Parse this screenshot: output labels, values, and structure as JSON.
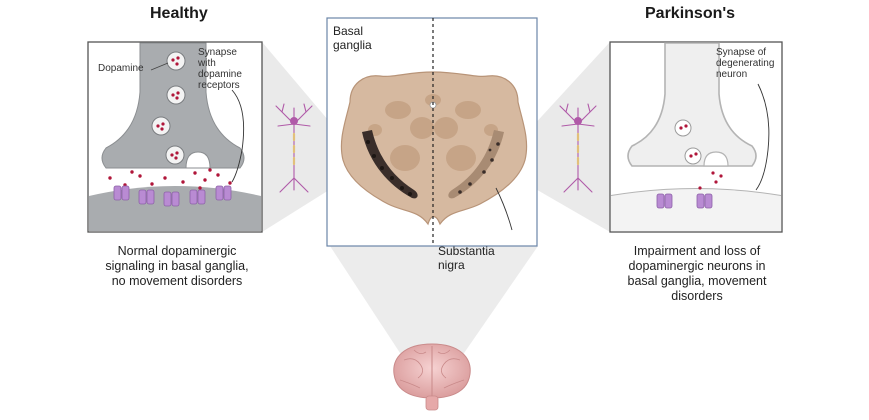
{
  "healthy": {
    "title": "Healthy",
    "dopamine_label": "Dopamine",
    "synapse_label": "Synapse with dopamine receptors",
    "synapse_lines": [
      "Synapse",
      "with",
      "dopamine",
      "receptors"
    ],
    "caption_lines": [
      "Normal dopaminergic",
      "signaling in basal ganglia,",
      "no movement disorders"
    ]
  },
  "parkinsons": {
    "title": "Parkinson's",
    "synapse_lines": [
      "Synapse of",
      "degenerating",
      "neuron"
    ],
    "caption_lines": [
      "Impairment and loss  of",
      "dopaminergic neurons in",
      "basal ganglia, movement",
      "disorders"
    ]
  },
  "center": {
    "basal_ganglia_lines": [
      "Basal",
      "ganglia"
    ],
    "substantia_nigra_lines": [
      "Substantia",
      "nigra"
    ]
  },
  "colors": {
    "healthy_neuron": "#a9acaf",
    "degenerating_neuron": "#ececec",
    "dopamine": "#b0163a",
    "receptor": "#b98bd3",
    "midbrain": "#d6b9a0",
    "substantia_nigra": "#3a2e2a",
    "neuron_cell": "#b05aa8",
    "brain": "#e9b6b6"
  }
}
